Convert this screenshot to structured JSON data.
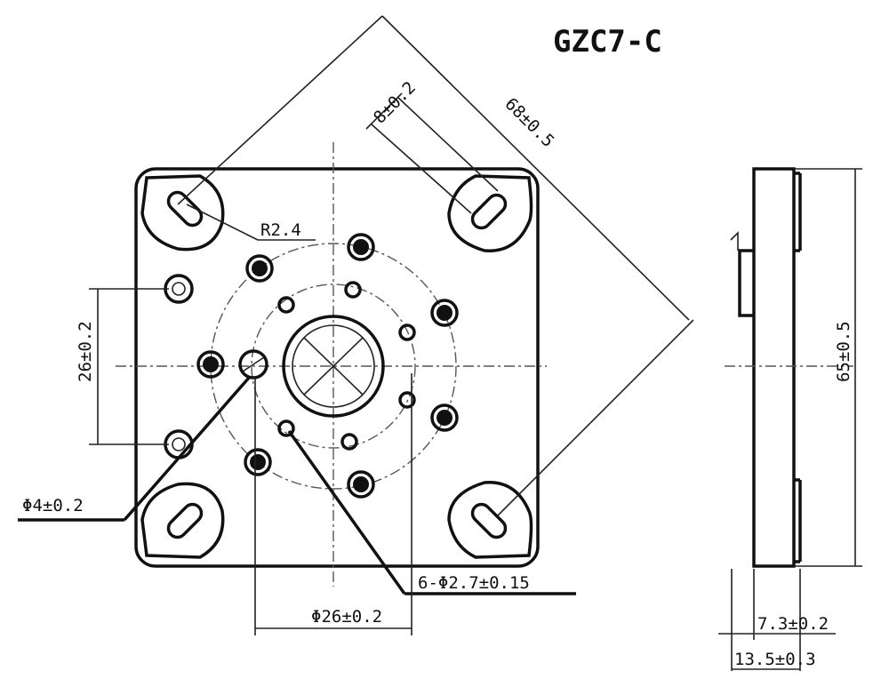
{
  "title": "GZC7-C",
  "dimensions": {
    "slot_width": "8±0.2",
    "diagonal": "68±0.5",
    "radius": "R2.4",
    "pin_spacing": "26±0.2",
    "key_hole": "Φ4±0.2",
    "small_holes": "6-Φ2.7±0.15",
    "pitch_circle": "Φ26±0.2",
    "height": "65±0.5",
    "plate_thickness": "7.3±0.2",
    "total_thickness": "13.5±0.3"
  }
}
